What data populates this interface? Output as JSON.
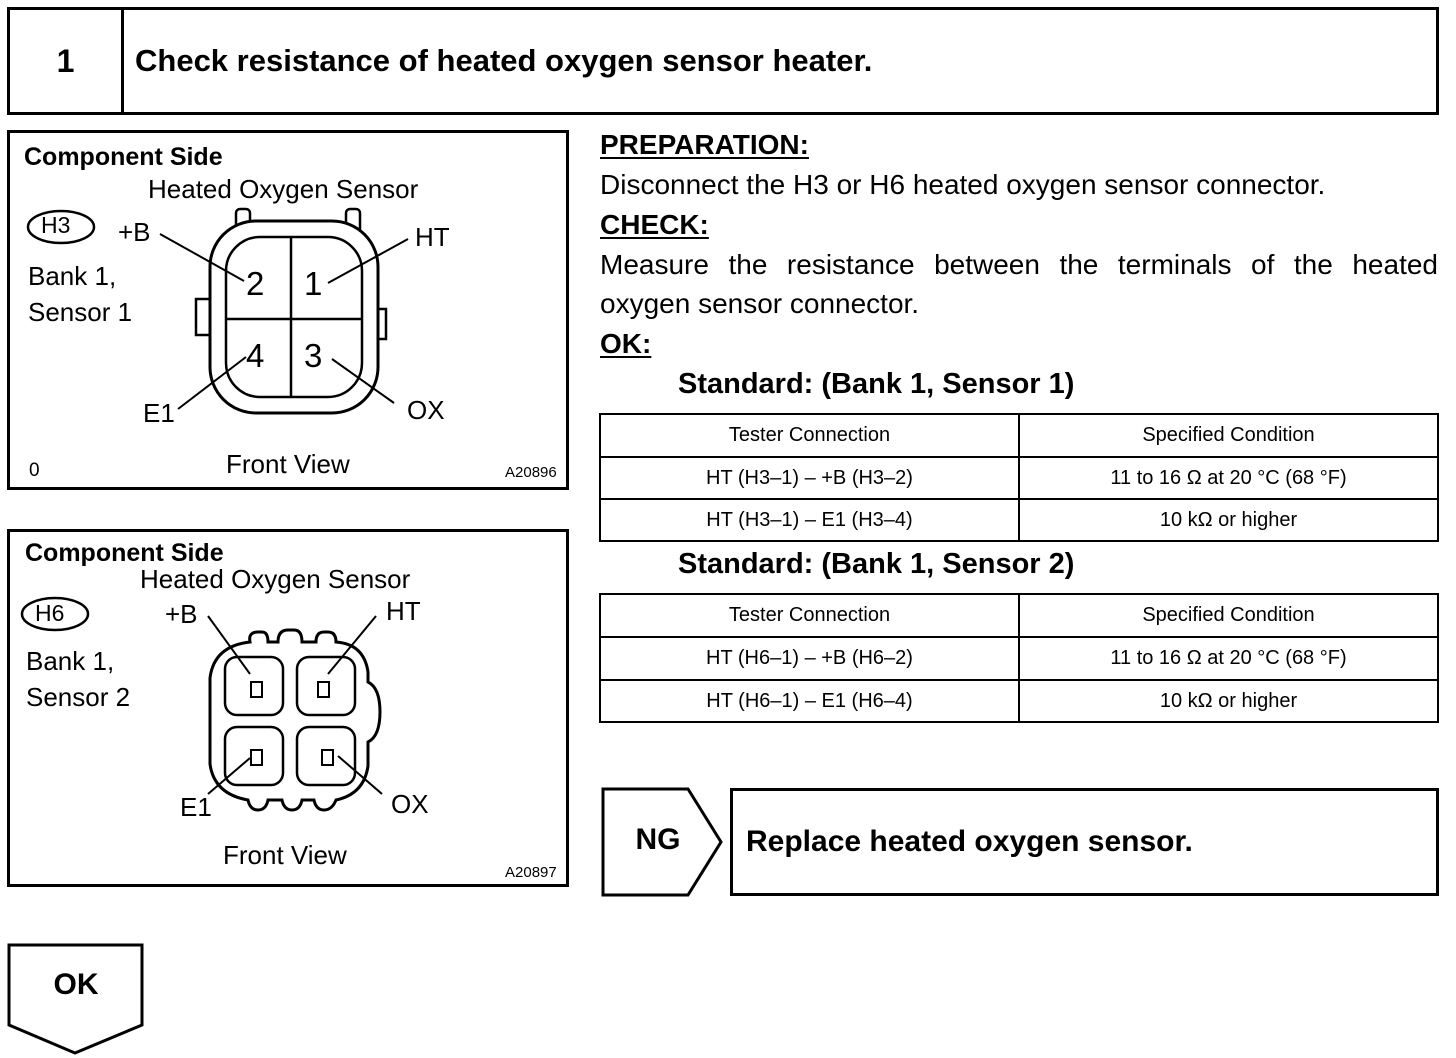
{
  "step": {
    "number": "1",
    "title": "Check resistance of heated oxygen sensor heater."
  },
  "diagram1": {
    "component_side": "Component Side",
    "sensor_name": "Heated Oxygen Sensor",
    "connector_id": "H3",
    "location_line1": "Bank 1,",
    "location_line2": "Sensor 1",
    "pin_labels": {
      "plus_b": "+B",
      "ht": "HT",
      "e1": "E1",
      "ox": "OX"
    },
    "pins": {
      "p1": "1",
      "p2": "2",
      "p3": "3",
      "p4": "4"
    },
    "view": "Front View",
    "corner_mark": "0",
    "figure_code": "A20896"
  },
  "diagram2": {
    "component_side": "Component Side",
    "sensor_name": "Heated Oxygen Sensor",
    "connector_id": "H6",
    "location_line1": "Bank 1,",
    "location_line2": "Sensor 2",
    "pin_labels": {
      "plus_b": "+B",
      "ht": "HT",
      "e1": "E1",
      "ox": "OX"
    },
    "view": "Front View",
    "figure_code": "A20897"
  },
  "preparation": {
    "heading": "PREPARATION:",
    "text": "Disconnect the H3 or H6 heated oxygen sensor connector."
  },
  "check": {
    "heading": "CHECK:",
    "text_line1": "Measure the resistance between the terminals of the heated",
    "text_line2": "oxygen sensor connector."
  },
  "ok_section": {
    "heading": "OK:"
  },
  "table1": {
    "title": "Standard: (Bank 1, Sensor 1)",
    "headers": [
      "Tester Connection",
      "Specified Condition"
    ],
    "rows": [
      [
        "HT (H3–1) – +B (H3–2)",
        "11 to 16 Ω at 20 °C (68 °F)"
      ],
      [
        "HT (H3–1) – E1 (H3–4)",
        "10 kΩ or higher"
      ]
    ]
  },
  "table2": {
    "title": "Standard: (Bank 1, Sensor 2)",
    "headers": [
      "Tester Connection",
      "Specified Condition"
    ],
    "rows": [
      [
        "HT (H6–1) – +B (H6–2)",
        "11 to 16 Ω at 20 °C (68 °F)"
      ],
      [
        "HT (H6–1) – E1 (H6–4)",
        "10 kΩ or higher"
      ]
    ]
  },
  "ng": {
    "label": "NG",
    "result": "Replace heated oxygen sensor."
  },
  "ok": {
    "label": "OK"
  }
}
